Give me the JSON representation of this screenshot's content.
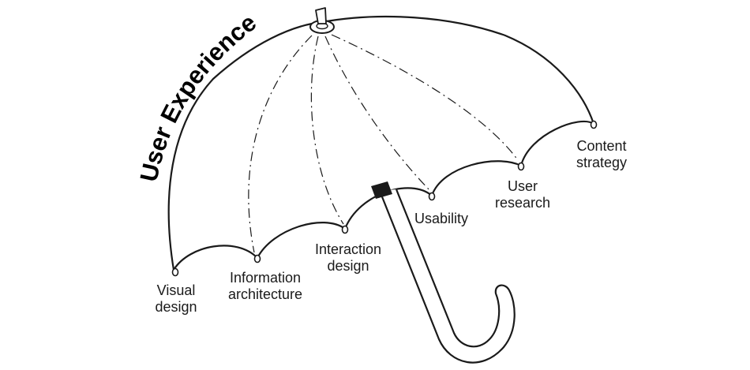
{
  "title": "User Experience",
  "components": [
    {
      "id": "visual-design",
      "lines": [
        "Visual",
        "design"
      ]
    },
    {
      "id": "information-architecture",
      "lines": [
        "Information",
        "architecture"
      ]
    },
    {
      "id": "interaction-design",
      "lines": [
        "Interaction",
        "design"
      ]
    },
    {
      "id": "usability",
      "lines": [
        "Usability"
      ]
    },
    {
      "id": "user-research",
      "lines": [
        "User",
        "research"
      ]
    },
    {
      "id": "content-strategy",
      "lines": [
        "Content",
        "strategy"
      ]
    }
  ],
  "colors": {
    "outline": "#1a1a1a",
    "background": "#ffffff",
    "ferrule": "#1a1a1a"
  },
  "icons": {
    "umbrella": "umbrella-icon"
  }
}
